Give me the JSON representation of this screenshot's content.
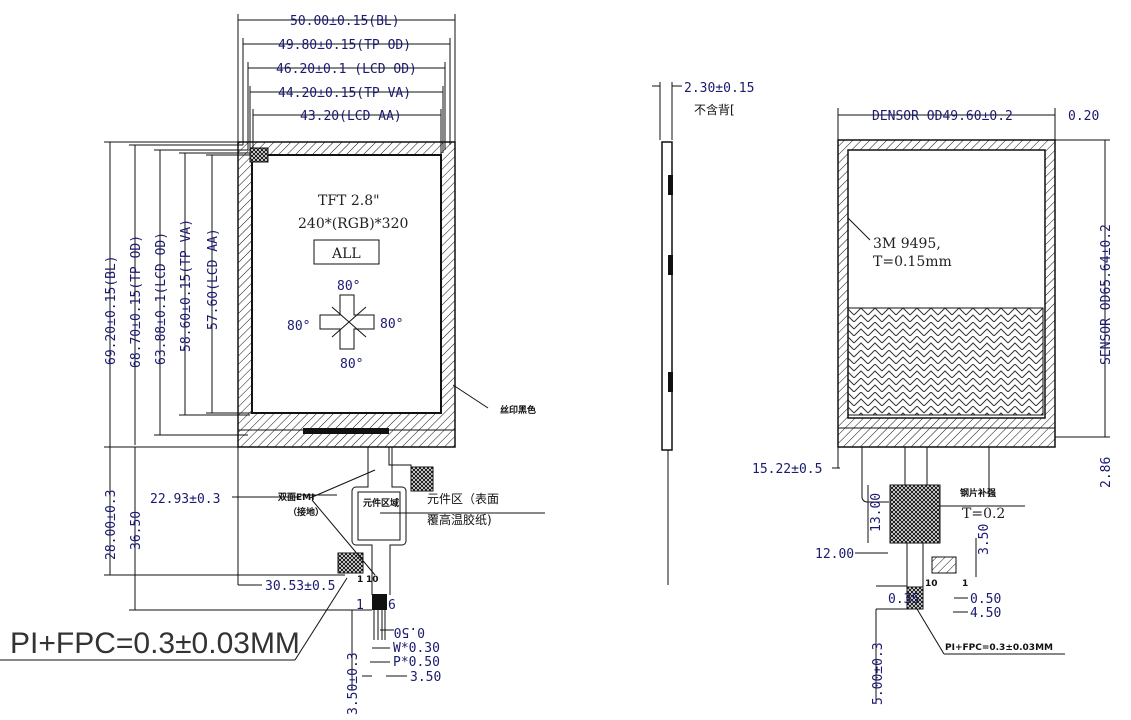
{
  "front_view": {
    "dims_top": [
      "50.00±0.15(BL)",
      "49.80±0.15(TP OD)",
      "46.20±0.1 (LCD OD)",
      "44.20±0.15(TP VA)",
      "43.20(LCD AA)"
    ],
    "dims_left": [
      "69.20±0.15(BL)",
      "68.70±0.15(TP OD)",
      "63.88±0.1(LCD OD)",
      "58.60±0.15(TP VA)",
      "57.60(LCD AA)"
    ],
    "dims_lower": [
      "28.00±0.3",
      "36.50"
    ],
    "dim_22": "22.93±0.3",
    "dim_30": "30.53±0.5",
    "title": "TFT 2.8\"",
    "resolution": "240*(RGB)*320",
    "view_direction": "ALL",
    "angles": [
      "80°",
      "80°",
      "80°",
      "80°"
    ],
    "silk_note": "丝印黑色",
    "emi_note": "双面EMI",
    "emi_sub": "（接地）",
    "component_area": "元件区域",
    "component_note_1": "元件区（表面",
    "component_note_2": "覆高温胶纸)",
    "pin_1": "1",
    "pin_10": "10",
    "pin_1b": "1",
    "pin_6": "6",
    "dim_050": "0.50",
    "dim_w": "W*0.30",
    "dim_p": "P*0.50",
    "dim_350": "3.50",
    "dim_350v": "3.50±0.3",
    "pi_fpc": "PI+FPC=0.3±0.03MM"
  },
  "side_view": {
    "thickness": "2.30±0.15",
    "note": "不含背["
  },
  "back_view": {
    "sensor_od_h": "DENSOR OD49.60±0.2",
    "dim_020": "0.20",
    "sensor_od_v": "SENSOR OD65.64±0.2",
    "tape": "3M 9495,",
    "tape_t": "T=0.15mm",
    "dim_1522": "15.22±0.5",
    "dim_286": "2.86",
    "stiffener": "钢片补强",
    "stiffener_t": "T=0.2",
    "dim_1300": "13.00",
    "dim_1200": "12.00",
    "dim_350": "3.50",
    "pin_10": "10",
    "pin_1": "1",
    "dim_035": "0.35",
    "dim_050": "0.50",
    "dim_450": "4.50",
    "dim_500": "5.00±0.3",
    "pi_fpc": "PI+FPC=0.3±0.03MM"
  }
}
